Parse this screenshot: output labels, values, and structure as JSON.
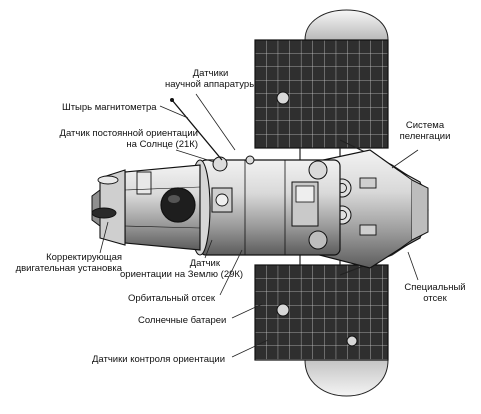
{
  "labels": {
    "science_sensors": "Датчики\nнаучной аппаратуры",
    "magnetometer_boom": "Штырь магнитометра",
    "sun_sensor": "Датчик постоянной ориентации\nна Солнце (21К)",
    "direction_finding": "Система\nпеленгации",
    "correction_engine": "Корректирующая\nдвигательная установка",
    "earth_sensor": "Датчик\nориентации на Землю (29К)",
    "orbital_compartment": "Орбитальный отсек",
    "special_compartment": "Специальный\nотсек",
    "solar_panels": "Солнечные батареи",
    "attitude_sensors": "Датчики контроля ориентации"
  },
  "colors": {
    "line": "#222222",
    "panel": "#3a3a3a",
    "panel_grid": "#cfcfcf",
    "body_light": "#e6e6e6",
    "body_dark": "#8a8a8a"
  }
}
